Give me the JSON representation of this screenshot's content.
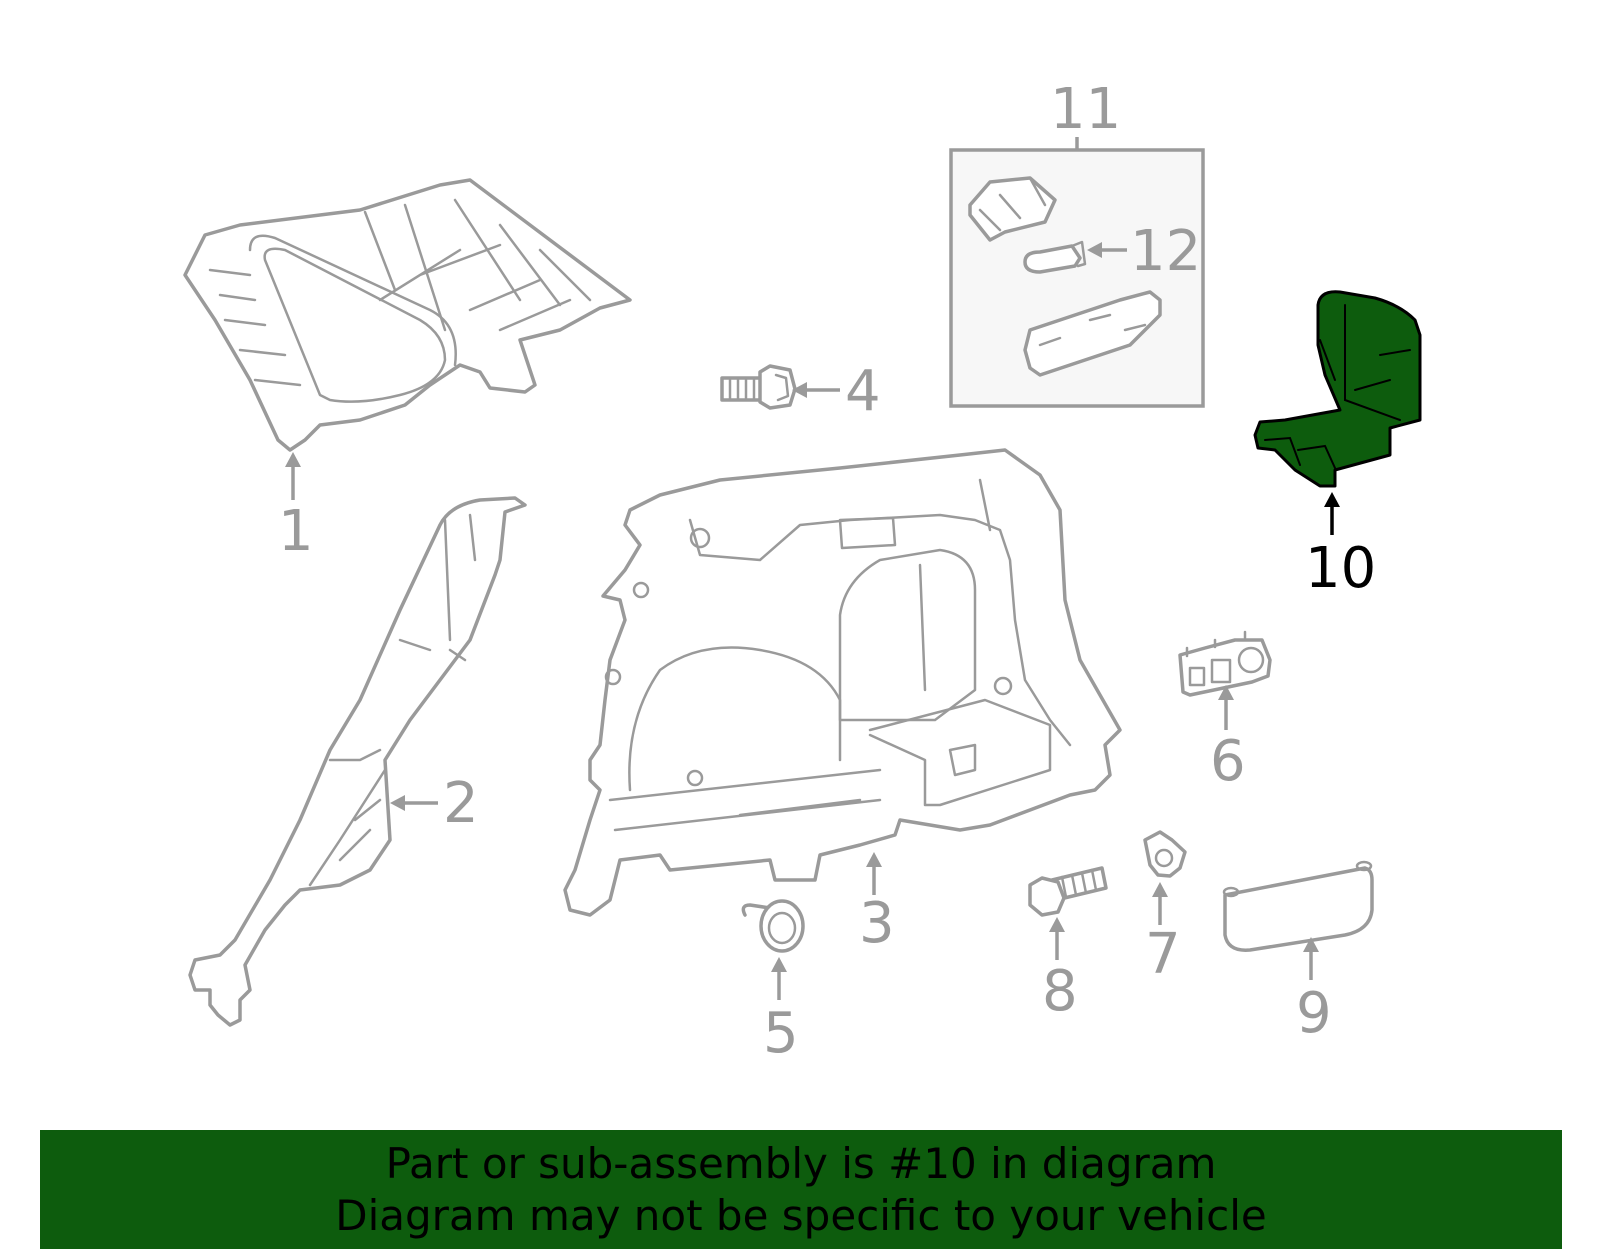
{
  "callouts": {
    "c1": "1",
    "c2": "2",
    "c3": "3",
    "c4": "4",
    "c5": "5",
    "c6": "6",
    "c7": "7",
    "c8": "8",
    "c9": "9",
    "c10": "10",
    "c11": "11",
    "c12": "12"
  },
  "highlighted_part": "10",
  "colors": {
    "highlight": "#0d5c0d",
    "line": "#9a9a9a",
    "banner": "#0d5c0d"
  },
  "banner": {
    "line1": "Part or sub-assembly is #10 in diagram",
    "line2": "Diagram may not be specific to your vehicle"
  }
}
